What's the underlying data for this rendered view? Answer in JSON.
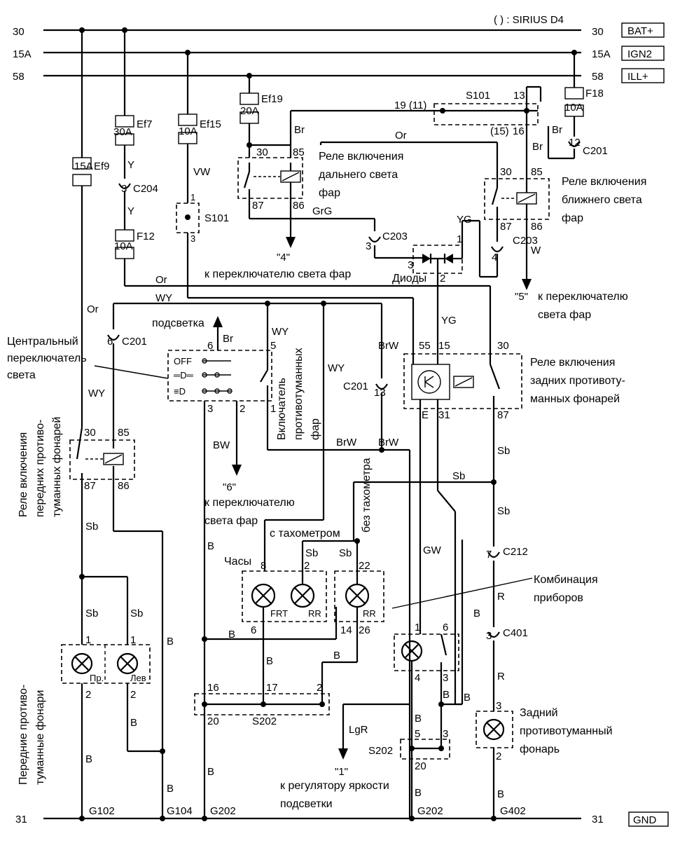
{
  "legend": "( ) : SIRIUS D4",
  "rails": {
    "top": [
      {
        "num": "30",
        "tag": "BAT+"
      },
      {
        "num": "15A",
        "tag": "IGN2"
      },
      {
        "num": "58",
        "tag": "ILL+"
      }
    ],
    "ground": {
      "num": "31",
      "tag": "GND"
    }
  },
  "fuses": {
    "ef9": {
      "name": "Ef9",
      "rating": "15A"
    },
    "ef7": {
      "name": "Ef7",
      "rating": "30A"
    },
    "ef15": {
      "name": "Ef15",
      "rating": "10A"
    },
    "ef19": {
      "name": "Ef19",
      "rating": "20A"
    },
    "f12": {
      "name": "F12",
      "rating": "10A"
    },
    "f18": {
      "name": "F18",
      "rating": "10A"
    }
  },
  "connectors": {
    "c204": "C204",
    "c201_left": "C201",
    "c201_mid": "C201",
    "c201_right": "C201",
    "c203_left": "C203",
    "c203_right": "C203",
    "c212": "C212",
    "c401": "C401",
    "s101_left": "S101",
    "s101_top": "S101",
    "s202_bottom": "S202",
    "s202_right": "S202"
  },
  "wires": {
    "y1": "Y",
    "y2": "Y",
    "vw": "VW",
    "or1": "Or",
    "or2": "Or",
    "or3": "Or",
    "wy1": "WY",
    "wy2": "WY",
    "wy3": "WY",
    "wy4": "WY",
    "br1": "Br",
    "br2": "Br",
    "br3": "Br",
    "br4": "Br",
    "grg": "GrG",
    "yg1": "YG",
    "yg2": "YG",
    "w": "W",
    "brw1": "BrW",
    "brw2": "BrW",
    "brw3": "BrW",
    "bw": "BW",
    "sb1": "Sb",
    "sb2": "Sb",
    "sb3": "Sb",
    "sb4": "Sb",
    "sb5": "Sb",
    "sb6": "Sb",
    "sb7": "Sb",
    "sb8": "Sb",
    "gw": "GW",
    "r1": "R",
    "r2": "R",
    "lgr": "LgR",
    "b1": "B",
    "b2": "B",
    "b3": "B",
    "b4": "B",
    "b5": "B",
    "b6": "B",
    "b7": "B",
    "b8": "B",
    "b9": "B",
    "b10": "B",
    "b11": "B",
    "b12": "B",
    "b13": "B",
    "b14": "B",
    "b15": "B"
  },
  "pins": {
    "s101_top_19": "19 (11)",
    "s101_top_15": "(15)",
    "s101_top_16": "16",
    "s101_top_13": "13",
    "c201_right": "12",
    "c204": "3",
    "c201_left": "6",
    "c201_mid": "13",
    "c203_left": "3",
    "c203_right": "4",
    "diode_3": "3",
    "diode_1": "1",
    "diode_2": "2",
    "s101_1": "1",
    "s101_3": "3",
    "hb_30": "30",
    "hb_85": "85",
    "hb_87": "87",
    "hb_86": "86",
    "lb_30": "30",
    "lb_85": "85",
    "lb_87": "87",
    "lb_86": "86",
    "ff_30": "30",
    "ff_85": "85",
    "ff_87": "87",
    "ff_86": "86",
    "rf_55": "55",
    "rf_15": "15",
    "rf_30": "30",
    "rf_e": "E",
    "rf_31": "31",
    "rf_87": "87",
    "sw_6": "6",
    "sw_5": "5",
    "sw_3": "3",
    "sw_2": "2",
    "sw_1": "1",
    "ic_8": "8",
    "ic_2": "2",
    "ic_22": "22",
    "ic_6": "6",
    "ic_14": "14",
    "ic_26": "26",
    "ic_1": "1",
    "ic_6b": "6",
    "ic_4": "4",
    "ic_3": "3",
    "fog_l1": "1",
    "fog_l2": "2",
    "fog_r1": "1",
    "fog_r2": "2",
    "rear_3": "3",
    "rear_2": "2",
    "c212": "7",
    "c401": "3",
    "s202_16": "16",
    "s202_17": "17",
    "s202_2": "2",
    "s202_20": "20",
    "s202r_5": "5",
    "s202r_3": "3",
    "s202r_20": "20"
  },
  "switch_positions": {
    "off": "OFF",
    "p1": "═D═",
    "p2": "≡D"
  },
  "lamp_tags": {
    "frt": "FRT",
    "rr1": "RR",
    "rr2": "RR",
    "left": "Пр.",
    "right": "Лев"
  },
  "grounds": {
    "g102": "G102",
    "g104": "G104",
    "g202a": "G202",
    "g202b": "G202",
    "g402": "G402"
  },
  "labels": {
    "hb_relay": [
      "Реле включения",
      "дальнего света",
      "фар"
    ],
    "lb_relay": [
      "Реле включения",
      "ближнего света",
      "фар"
    ],
    "rear_relay": [
      "Реле включения",
      "задних противоту-",
      "манных фонарей"
    ],
    "front_relay": [
      "Реле включения",
      "передних противо-",
      "туманных фонарей"
    ],
    "central_switch": [
      "Центральный",
      "переключатель",
      "света"
    ],
    "fog_switch": [
      "Включатель",
      "противотуманных",
      "фар"
    ],
    "front_lamps": [
      "Передние противо-",
      "туманные фонари"
    ],
    "rear_lamp": [
      "Задний",
      "противотуманный",
      "фонарь"
    ],
    "cluster": [
      "Комбинация",
      "приборов"
    ],
    "to_hl_4_tag": "\"4\"",
    "to_hl_4": "к переключателю света фар",
    "to_hl_5_tag": "\"5\"",
    "to_hl_5": [
      "к переключателю",
      "света фар"
    ],
    "to_hl_6_tag": "\"6\"",
    "to_hl_6": [
      "к переключателю",
      "света фар"
    ],
    "dimmer_tag": "\"1\"",
    "dimmer": [
      "к регулятору яркости",
      "подсветки"
    ],
    "diodes": "Диоды",
    "backlight": "подсветка",
    "clock": "Часы",
    "with_tach": "с тахометром",
    "without_tach": "без тахометра"
  }
}
